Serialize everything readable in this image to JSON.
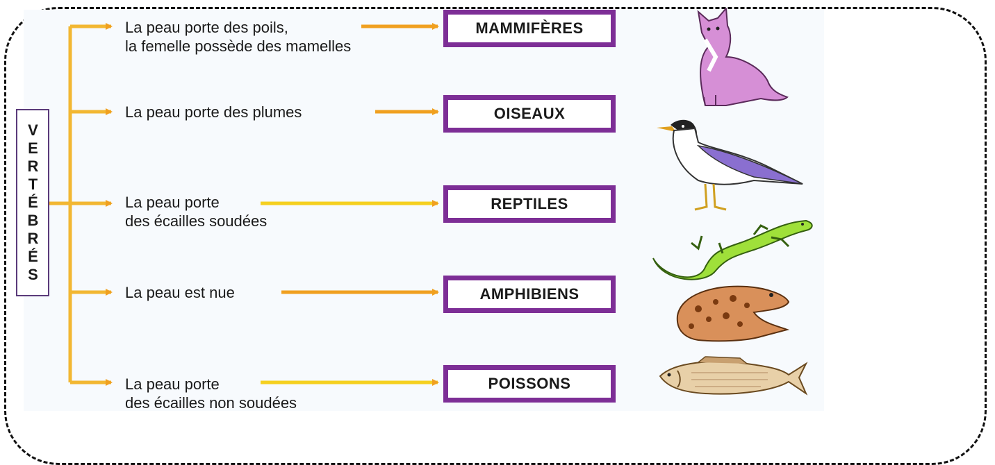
{
  "root_label": "VERTÉBRÉS",
  "branches": [
    {
      "description": "La peau porte des poils,\nla femelle possède des mamelles",
      "class_name": "MAMMIFÈRES",
      "animal_icon": "cat-icon",
      "arrow_color": "#f0a020"
    },
    {
      "description": "La peau porte des plumes",
      "class_name": "OISEAUX",
      "animal_icon": "gull-icon",
      "arrow_color": "#f0a020"
    },
    {
      "description": "La peau porte\ndes écailles soudées",
      "class_name": "REPTILES",
      "animal_icon": "lizard-icon",
      "arrow_color": "#f5d020"
    },
    {
      "description": "La peau est nue",
      "class_name": "AMPHIBIENS",
      "animal_icon": "frog-icon",
      "arrow_color": "#f0a020"
    },
    {
      "description": "La peau porte\ndes écailles non soudées",
      "class_name": "POISSONS",
      "animal_icon": "fish-icon",
      "arrow_color": "#f5d020"
    }
  ],
  "colors": {
    "trunk": "#f2b732",
    "class_border": "#7d2e96",
    "cat": "#d68fd6",
    "bird_wing": "#8a6fd0",
    "lizard": "#9fe03a",
    "frog": "#d9905a",
    "fish": "#e8d0a8"
  }
}
